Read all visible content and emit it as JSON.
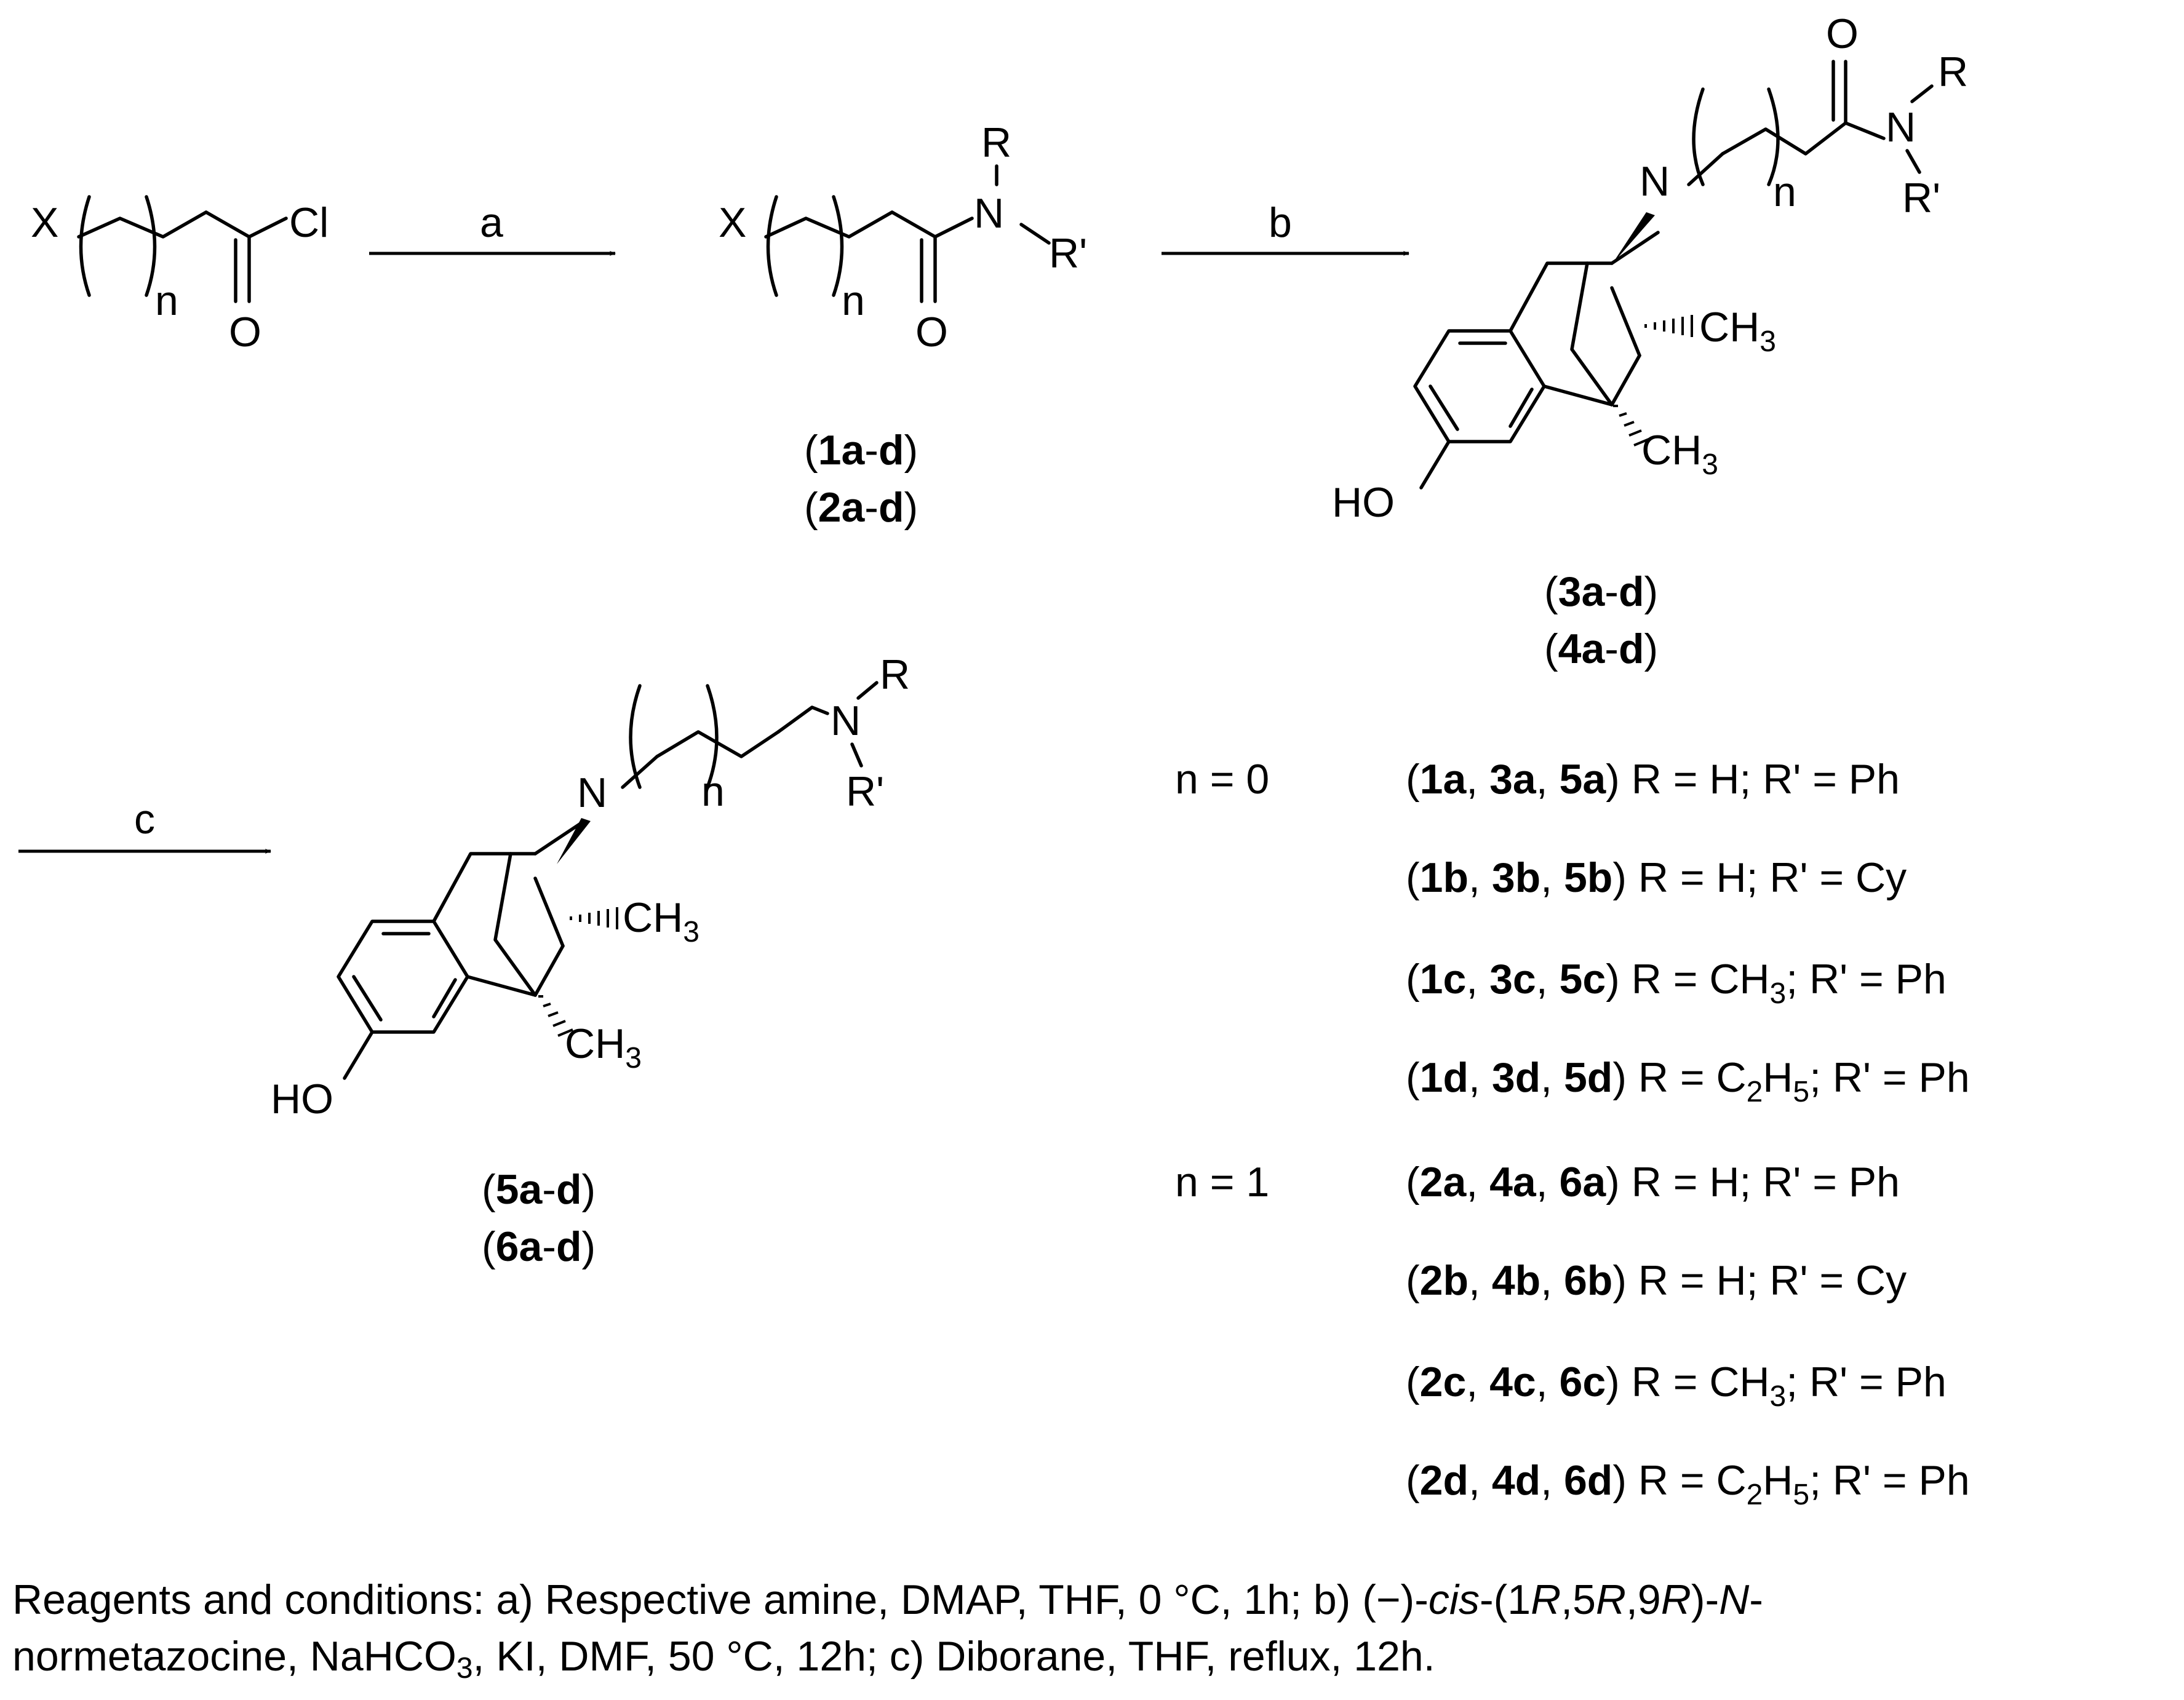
{
  "reaction": {
    "step_a": "a",
    "step_b": "b",
    "step_c": "c"
  },
  "start": {
    "x": "X",
    "cl": "Cl",
    "o": "O",
    "n": "n"
  },
  "amide": {
    "x": "X",
    "r": "R",
    "n_atom": "N",
    "rp": "R'",
    "o": "O",
    "n": "n"
  },
  "labels": {
    "amide_1": [
      "(",
      "1a",
      "-",
      "d",
      ")"
    ],
    "amide_2": [
      "(",
      "2a",
      "-",
      "d",
      ")"
    ],
    "prod_3": [
      "(",
      "3a",
      "-",
      "d",
      ")"
    ],
    "prod_4": [
      "(",
      "4a",
      "-",
      "d",
      ")"
    ],
    "prod_5": [
      "(",
      "5a",
      "-",
      "d",
      ")"
    ],
    "prod_6": [
      "(",
      "6a",
      "-",
      "d",
      ")"
    ]
  },
  "benzomorphan": {
    "ho": "HO",
    "n_atom": "N",
    "ch3": "CH",
    "three": "3",
    "n": "n"
  },
  "side_amide": {
    "o": "O",
    "n_atom": "N",
    "r": "R",
    "rp": "R'"
  },
  "side_amine": {
    "n_atom": "N",
    "r": "R",
    "rp": "R'"
  },
  "legend": {
    "n0": "n = 0",
    "n1": "n = 1",
    "rows": [
      {
        "ids": [
          "1a",
          "3a",
          "5a"
        ],
        "def": "R = H; R' = Ph"
      },
      {
        "ids": [
          "1b",
          "3b",
          "5b"
        ],
        "def": "R = H; R' = Cy"
      },
      {
        "ids": [
          "1c",
          "3c",
          "5c"
        ],
        "def_pre": "R = CH",
        "def_sub": "3",
        "def_post": "; R' = Ph"
      },
      {
        "ids": [
          "1d",
          "3d",
          "5d"
        ],
        "def_pre": "R = C",
        "def_sub": "2",
        "def_mid": "H",
        "def_sub2": "5",
        "def_post": "; R' = Ph"
      },
      {
        "ids": [
          "2a",
          "4a",
          "6a"
        ],
        "def": "R = H; R' = Ph"
      },
      {
        "ids": [
          "2b",
          "4b",
          "6b"
        ],
        "def": "R = H; R' = Cy"
      },
      {
        "ids": [
          "2c",
          "4c",
          "6c"
        ],
        "def_pre": "R = CH",
        "def_sub": "3",
        "def_post": "; R' = Ph"
      },
      {
        "ids": [
          "2d",
          "4d",
          "6d"
        ],
        "def_pre": "R = C",
        "def_sub": "2",
        "def_mid": "H",
        "def_sub2": "5",
        "def_post": "; R' = Ph"
      }
    ]
  },
  "conditions": {
    "line1_a": "Reagents and conditions: a) Respective amine, DMAP, THF, 0 °C, 1h; b) (−)-",
    "cis": "cis",
    "line1_b": "-(1",
    "r1": "R",
    "c1": ",5",
    "r2": "R",
    "c2": ",9",
    "r3": "R",
    "c3": ")-",
    "nitalic": "N",
    "dash": "-",
    "line2_a": "normetazocine, NaHCO",
    "sub3": "3",
    "line2_b": ", KI, DMF, 50 °C, 12h; c) Diborane, THF, reflux, 12h."
  }
}
